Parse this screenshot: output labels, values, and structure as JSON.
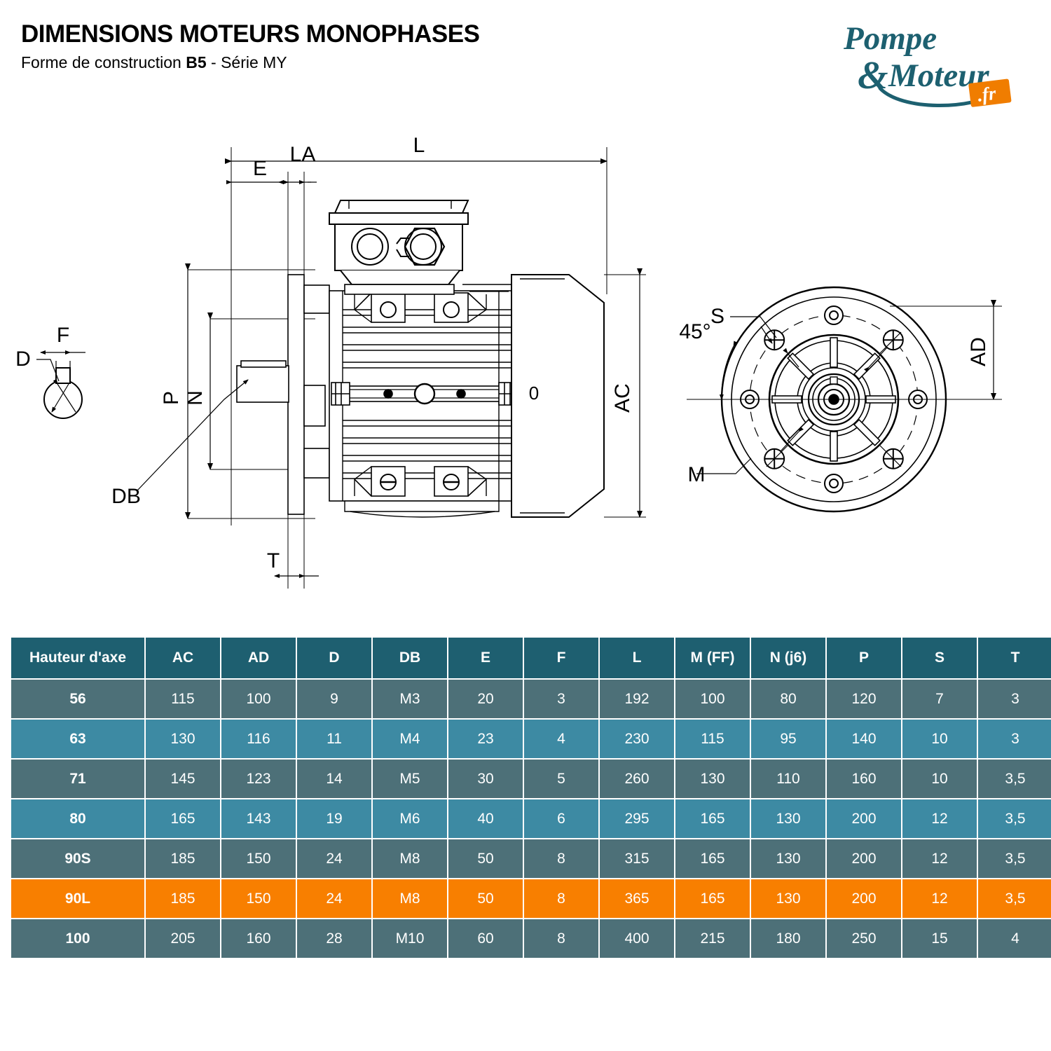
{
  "header": {
    "title": "DIMENSIONS MOTEURS MONOPHASES",
    "subtitle_prefix": "Forme de construction ",
    "subtitle_bold": "B5",
    "subtitle_suffix": " - Série MY"
  },
  "logo": {
    "line1": "Pompe",
    "amp": "&",
    "line2": "Moteur",
    "badge": ".fr",
    "teal": "#1d6070",
    "orange": "#f07d00"
  },
  "drawing": {
    "labels": {
      "L": "L",
      "E": "E",
      "LA": "LA",
      "P": "P",
      "N": "N",
      "D": "D",
      "F": "F",
      "DB": "DB",
      "T": "T",
      "AC": "AC",
      "AD": "AD",
      "S": "S",
      "M": "M",
      "angle": "45°",
      "zero": "0"
    }
  },
  "table": {
    "headers": [
      "Hauteur d'axe",
      "AC",
      "AD",
      "D",
      "DB",
      "E",
      "F",
      "L",
      "M (FF)",
      "N (j6)",
      "P",
      "S",
      "T"
    ],
    "header_main": [
      "Hauteur d'axe",
      "AC",
      "AD",
      "D",
      "DB",
      "E",
      "F",
      "L",
      "M",
      "N",
      "P",
      "S",
      "T"
    ],
    "header_sub": [
      "",
      "",
      "",
      "",
      "",
      "",
      "",
      "",
      " (FF)",
      " (j6)",
      "",
      "",
      ""
    ],
    "rows": [
      {
        "style": "row-a",
        "cells": [
          "56",
          "115",
          "100",
          "9",
          "M3",
          "20",
          "3",
          "192",
          "100",
          "80",
          "120",
          "7",
          "3"
        ]
      },
      {
        "style": "row-b",
        "cells": [
          "63",
          "130",
          "116",
          "11",
          "M4",
          "23",
          "4",
          "230",
          "115",
          "95",
          "140",
          "10",
          "3"
        ]
      },
      {
        "style": "row-a",
        "cells": [
          "71",
          "145",
          "123",
          "14",
          "M5",
          "30",
          "5",
          "260",
          "130",
          "110",
          "160",
          "10",
          "3,5"
        ]
      },
      {
        "style": "row-b",
        "cells": [
          "80",
          "165",
          "143",
          "19",
          "M6",
          "40",
          "6",
          "295",
          "165",
          "130",
          "200",
          "12",
          "3,5"
        ]
      },
      {
        "style": "row-a",
        "cells": [
          "90S",
          "185",
          "150",
          "24",
          "M8",
          "50",
          "8",
          "315",
          "165",
          "130",
          "200",
          "12",
          "3,5"
        ]
      },
      {
        "style": "row-hl",
        "cells": [
          "90L",
          "185",
          "150",
          "24",
          "M8",
          "50",
          "8",
          "365",
          "165",
          "130",
          "200",
          "12",
          "3,5"
        ]
      },
      {
        "style": "row-a",
        "cells": [
          "100",
          "205",
          "160",
          "28",
          "M10",
          "60",
          "8",
          "400",
          "215",
          "180",
          "250",
          "15",
          "4"
        ]
      }
    ]
  },
  "colors": {
    "header_bg": "#1e5f70",
    "row_dark": "#4d7078",
    "row_light": "#3d8aa3",
    "highlight": "#f87f00",
    "text": "#ffffff"
  }
}
